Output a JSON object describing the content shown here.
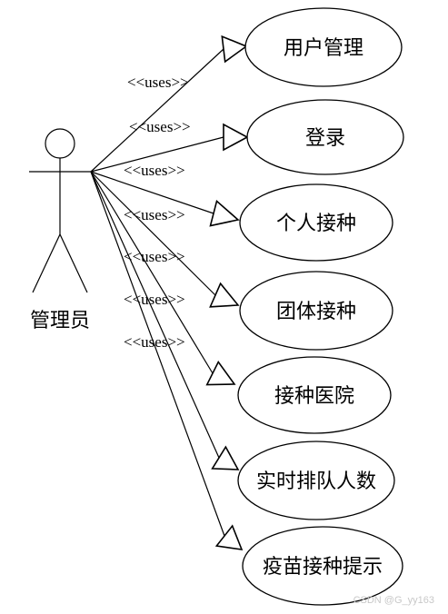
{
  "actor": {
    "label": "管理员",
    "icon": "stick-figure-icon"
  },
  "stereotype": "<<uses>>",
  "use_cases": [
    {
      "label": "用户管理"
    },
    {
      "label": "登录"
    },
    {
      "label": "个人接种"
    },
    {
      "label": "团体接种"
    },
    {
      "label": "接种医院"
    },
    {
      "label": "实时排队人数"
    },
    {
      "label": "疫苗接种提示"
    }
  ],
  "watermark": "CSDN @G_yy163"
}
